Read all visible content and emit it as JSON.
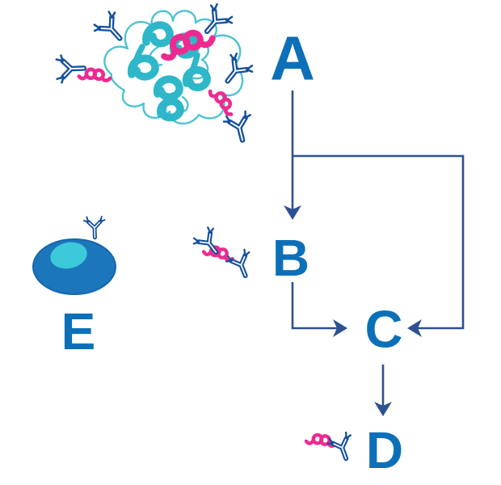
{
  "figure": {
    "labels": {
      "a": "A",
      "b": "B",
      "c": "C",
      "d": "D",
      "e": "E"
    },
    "edges": [
      "A→B",
      "A→C",
      "B→C",
      "C→D"
    ],
    "icons": [
      "immune-complex-icon",
      "antibody-icon",
      "peptide-helix-icon",
      "antibody-peptide-sandwich-icon",
      "antibody-peptide-fragment-icon",
      "cell-with-surface-antibody-icon"
    ],
    "colors": {
      "label_blue": "#0c70b8",
      "arrow_navy": "#2d5191",
      "antibody_navy": "#17509e",
      "peptide_pink": "#ee2a91",
      "protein_teal": "#2eb7c9",
      "protein_teal_light": "#4cc3d2",
      "cell_blue": "#1b76bc",
      "nucleus_teal": "#3cc9d9"
    }
  }
}
